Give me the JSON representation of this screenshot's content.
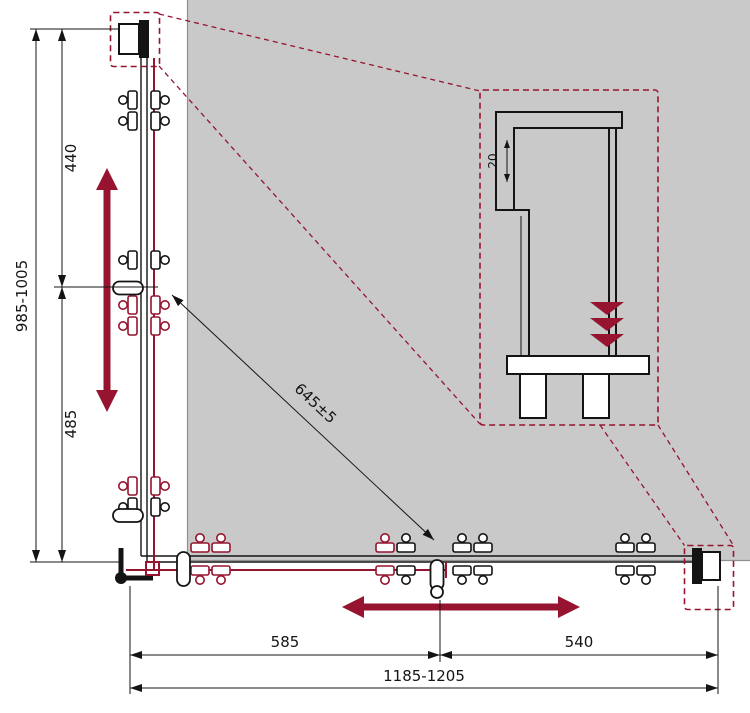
{
  "labels": {
    "height_total": "985-1005",
    "height_upper": "440",
    "height_lower": "485",
    "diagonal": "645±5",
    "width_door": "585",
    "width_fixed": "540",
    "width_total": "1185-1205",
    "detail_gap": "20"
  },
  "colors": {
    "accent_red": "#96142f",
    "background_gray": "#c9c9c9",
    "line": "#141414"
  }
}
